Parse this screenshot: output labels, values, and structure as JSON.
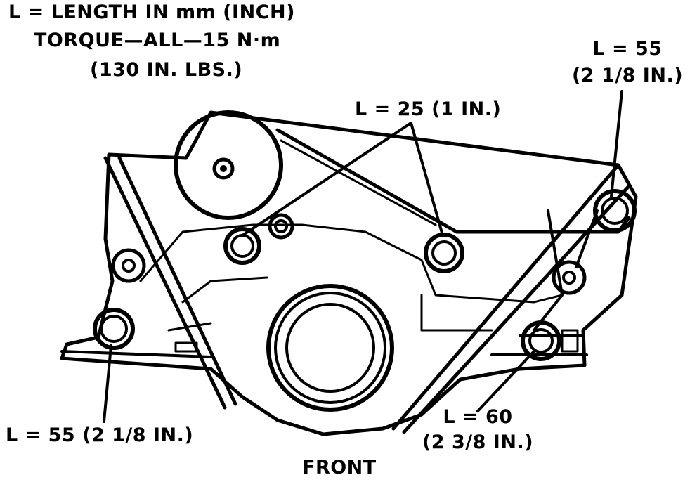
{
  "colors": {
    "ink": "#000000",
    "paper": "#ffffff"
  },
  "header": {
    "line1": "L = LENGTH IN mm (INCH)",
    "line2": "TORQUE—ALL—15 N·m",
    "line3": "(130 IN. LBS.)"
  },
  "callouts": {
    "top_right": {
      "line1": "L = 55",
      "line2": "(2 1/8 IN.)"
    },
    "top_center": {
      "line1": "L = 25 (1 IN.)"
    },
    "bottom_left": {
      "line1": "L = 55 (2 1/8 IN.)"
    },
    "bottom_right": {
      "line1": "L = 60",
      "line2": "(2 3/8 IN.)"
    }
  },
  "footer": {
    "label": "FRONT"
  }
}
